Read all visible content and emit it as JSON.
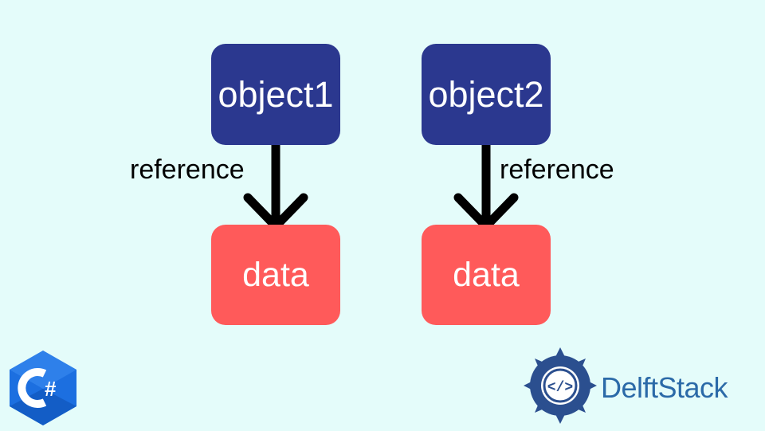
{
  "diagram": {
    "nodes": [
      {
        "id": "object1",
        "label": "object1",
        "kind": "object"
      },
      {
        "id": "data1",
        "label": "data",
        "kind": "data"
      },
      {
        "id": "object2",
        "label": "object2",
        "kind": "object"
      },
      {
        "id": "data2",
        "label": "data",
        "kind": "data"
      }
    ],
    "edges": [
      {
        "from": "object1",
        "to": "data1",
        "label": "reference"
      },
      {
        "from": "object2",
        "to": "data2",
        "label": "reference"
      }
    ]
  },
  "colors": {
    "background": "#e4fcfa",
    "object_box": "#2b388f",
    "data_box": "#ff5a5a",
    "arrow": "#000000"
  },
  "logos": {
    "left": {
      "icon": "csharp-icon",
      "text": "C#"
    },
    "right": {
      "icon": "delftstack-icon",
      "text": "DelftStack"
    }
  }
}
